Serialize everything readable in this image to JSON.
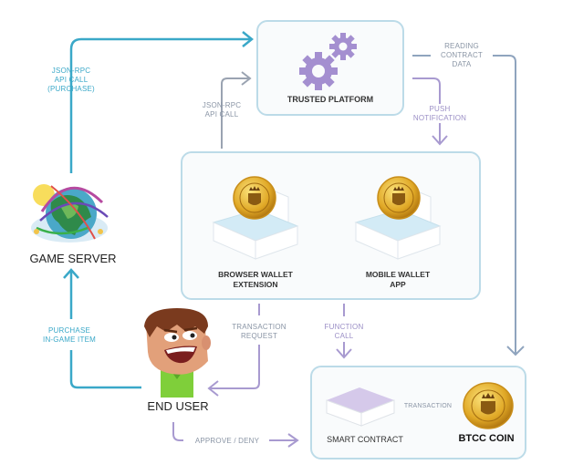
{
  "diagram": {
    "nodes": {
      "trusted_platform": {
        "label": "TRUSTED PLATFORM",
        "icon": "gears-icon"
      },
      "game_server": {
        "label": "GAME SERVER",
        "icon": "globe-illustration"
      },
      "end_user": {
        "label": "END USER",
        "icon": "cartoon-avatar"
      },
      "wallets": {
        "browser": {
          "line1": "BROWSER WALLET",
          "line2": "EXTENSION",
          "icon": "coin-icon"
        },
        "mobile": {
          "line1": "MOBILE WALLET",
          "line2": "APP",
          "icon": "coin-icon"
        }
      },
      "smart_contract": {
        "label": "SMART CONTRACT",
        "icon": "cube-icon"
      },
      "btcc_coin": {
        "label": "BTCC COIN",
        "icon": "coin-icon"
      }
    },
    "edges": {
      "json_rpc_purchase": {
        "line1": "JSON-RPC",
        "line2": "API CALL",
        "line3": "(PURCHASE)"
      },
      "json_rpc": {
        "line1": "JSON-RPC",
        "line2": "API CALL"
      },
      "reading_contract": {
        "line1": "READING",
        "line2": "CONTRACT",
        "line3": "DATA"
      },
      "push_notification": {
        "line1": "PUSH",
        "line2": "NOTIFICATION"
      },
      "purchase_item": {
        "line1": "PURCHASE",
        "line2": "IN-GAME ITEM"
      },
      "transaction_request": {
        "line1": "TRANSACTION",
        "line2": "REQUEST"
      },
      "function_call": {
        "line1": "FUNCTION",
        "line2": "CALL"
      },
      "approve_deny": {
        "label": "APPROVE / DENY"
      },
      "transaction": {
        "label": "TRANSACTION"
      }
    },
    "colors": {
      "blue": "#3aa8c8",
      "grey": "#8a95a5",
      "purple": "#a89ad0",
      "slate": "#8fa4be",
      "gear": "#a48fd0",
      "box_border": "#bcdbe8"
    }
  }
}
